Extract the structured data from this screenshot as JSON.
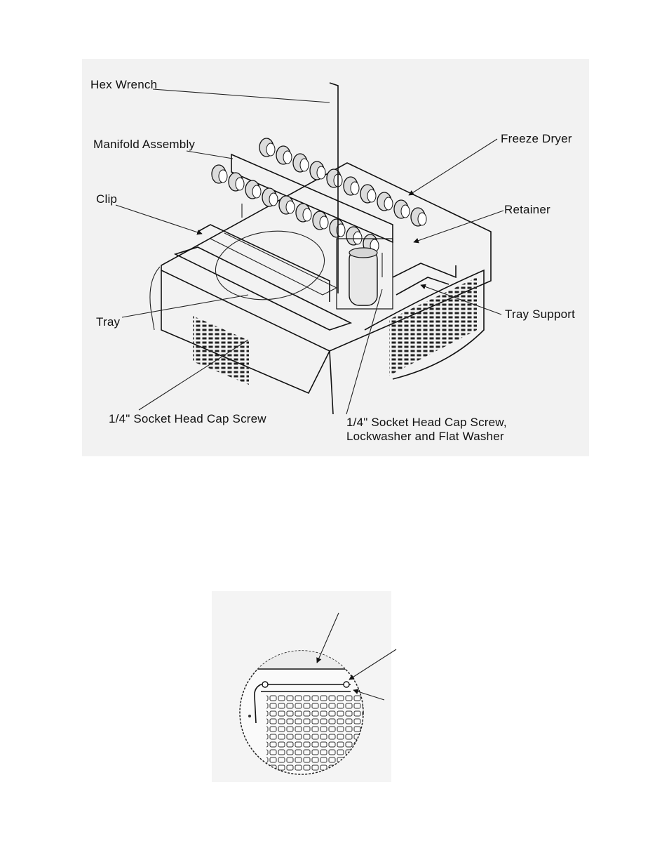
{
  "figure_top": {
    "labels": {
      "hex_wrench": "Hex Wrench",
      "manifold_assembly": "Manifold Assembly",
      "freeze_dryer": "Freeze Dryer",
      "clip": "Clip",
      "retainer": "Retainer",
      "tray_support": "Tray Support",
      "tray": "Tray",
      "cap_screw": "1/4\" Socket Head Cap Screw",
      "cap_screw_washers_line1": "1/4\" Socket Head Cap Screw,",
      "cap_screw_washers_line2": "Lockwasher and Flat Washer"
    },
    "manifold_valve_count": 20
  },
  "figure_bottom": {
    "detail_view": "tray support and clip close-up",
    "callout_arrow_count": 3
  }
}
